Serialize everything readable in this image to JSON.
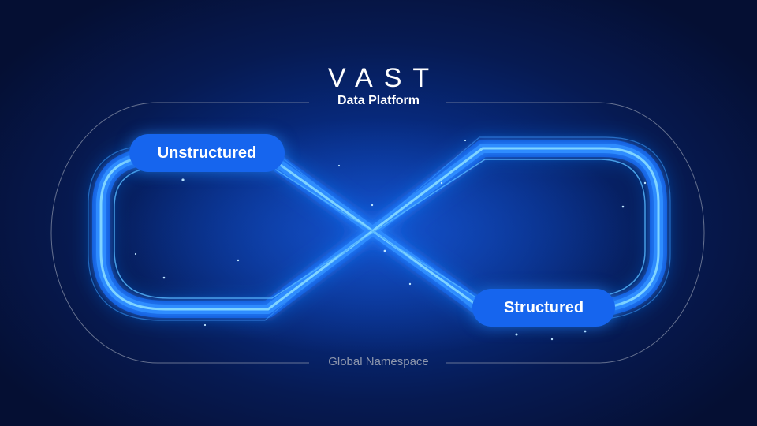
{
  "brand": {
    "logo": "VAST",
    "subtitle": "Data Platform"
  },
  "loop": {
    "left_label": "Unstructured",
    "right_label": "Structured"
  },
  "frame": {
    "label": "Global Namespace"
  },
  "colors": {
    "background": "#061a52",
    "pill": "#1665ee",
    "glow": "#4fb0ff",
    "frame_line": "#8e97ad"
  }
}
